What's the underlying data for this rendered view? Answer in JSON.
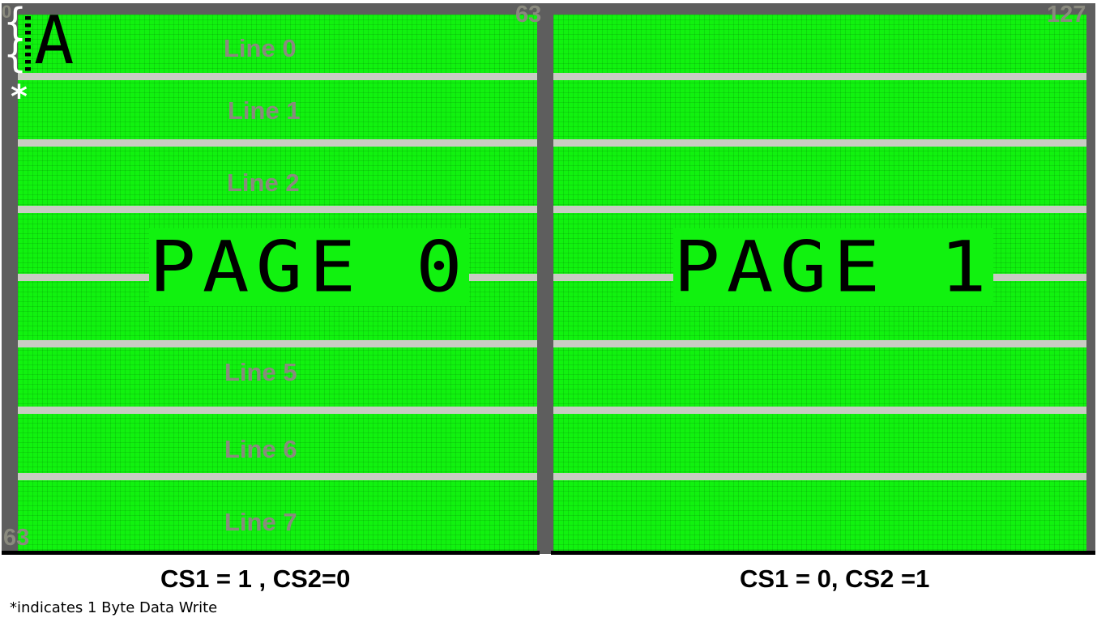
{
  "display": {
    "left_half": {
      "line_labels": [
        "Line 0",
        "Line 1",
        "Line 2",
        "Line 5",
        "Line 6",
        "Line 7"
      ],
      "page_label": "PAGE 0",
      "character": "A"
    },
    "right_half": {
      "page_label": "PAGE 1"
    },
    "corner_labels": {
      "top_left": "0",
      "top_middle": "63",
      "top_right": "127",
      "bottom_left": "63"
    },
    "write_marker": "*"
  },
  "captions": {
    "left": "CS1 = 1 , CS2=0",
    "right": "CS1 = 0, CS2 =1"
  },
  "footnote": "*indicates 1 Byte Data Write",
  "colors": {
    "lcd_green": "#11f20f",
    "frame_gray": "#5e5e5e",
    "separator": "#c9ccc3",
    "faded_label": "#8a8a7e"
  }
}
